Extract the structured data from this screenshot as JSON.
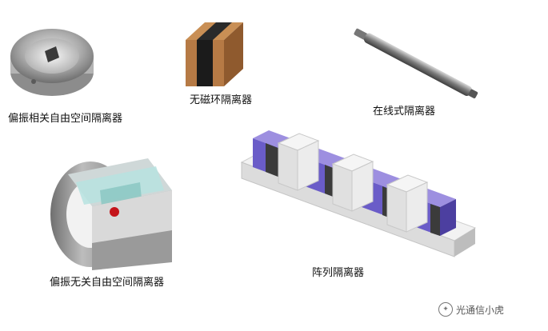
{
  "items": [
    {
      "caption": "偏振相关自由空间隔离器"
    },
    {
      "caption": "无磁环隔离器"
    },
    {
      "caption": "在线式隔离器"
    },
    {
      "caption": "偏振无关自由空间隔离器"
    },
    {
      "caption": "阵列隔离器"
    }
  ],
  "watermark": {
    "text": "光通信小虎",
    "icon": "wechat-icon"
  }
}
